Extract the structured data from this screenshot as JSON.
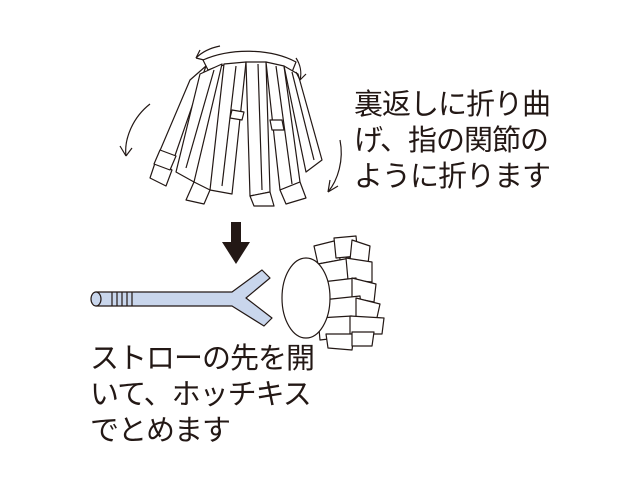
{
  "step1": {
    "lines": [
      "裏返しに折り曲",
      "げ、指の関節の",
      "ように折ります"
    ]
  },
  "step2": {
    "lines": [
      "ストローの先を開",
      "いて、ホッチキス",
      "でとめます"
    ]
  },
  "colors": {
    "outline": "#231815",
    "paper": "#ffffff",
    "straw": "#c9d6ec",
    "arrow": "#231815"
  }
}
